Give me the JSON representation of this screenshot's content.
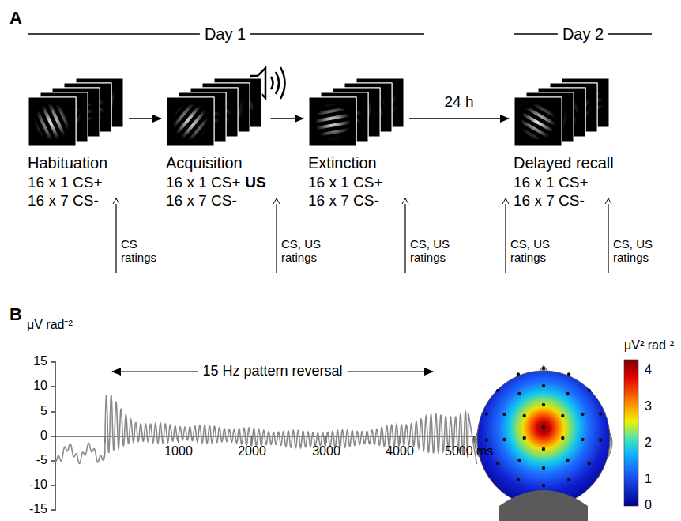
{
  "diagram": {
    "nodes": [
      {
        "text": [
          "Habituation",
          "16 x 1 CS+",
          "16 x 7 CS-"
        ]
      },
      {
        "text": [
          "Acquisition",
          "16 x 1 CS+",
          "US",
          "16 x 7 CS-"
        ]
      },
      {
        "text": [
          "Extinction",
          "16 x 1 CS+",
          "16 x 7 CS-"
        ]
      },
      {
        "text": [
          "Delayed recall",
          "16 x 1 CS+",
          "16 x 7 CS-"
        ]
      }
    ],
    "edges": [
      {
        "from": 0,
        "to": 1,
        "arrow": "to"
      },
      {
        "from": 1,
        "to": 2,
        "arrow": "to"
      },
      {
        "from": 2,
        "to": 3,
        "label": "24 h",
        "arrow": "to"
      }
    ],
    "labels": [
      "A",
      "Day 1",
      "Day 2",
      "CS ratings",
      "CS, US ratings",
      "CS, US ratings",
      "CS, US ratings",
      "CS, US ratings",
      "B",
      "μV rad⁻²",
      "15",
      "10",
      "5",
      "0",
      "-5",
      "-10",
      "-15",
      "1000",
      "2000",
      "3000",
      "4000",
      "5000 ms",
      "15 Hz pattern reversal",
      "μV² rad⁻²",
      "4",
      "3",
      "2",
      "1",
      "0"
    ]
  }
}
